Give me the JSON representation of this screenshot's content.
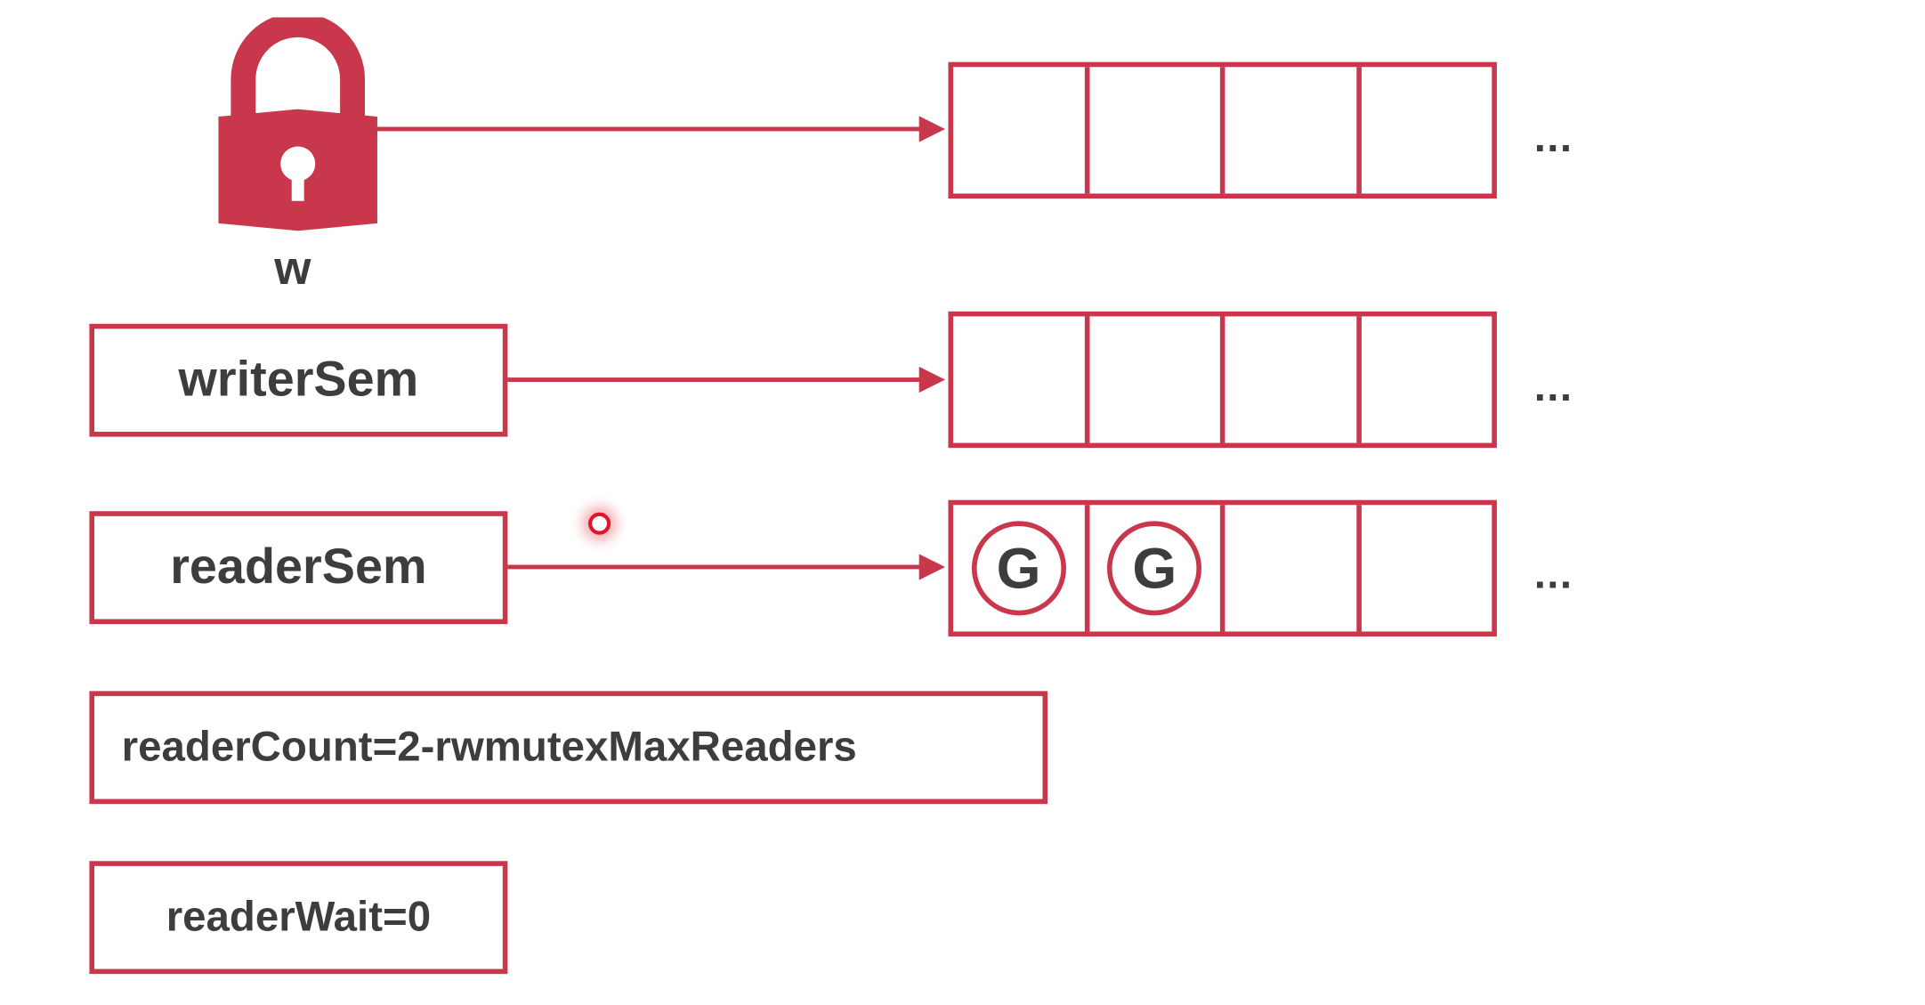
{
  "lock": {
    "label": "w",
    "icon": "padlock-icon",
    "color": "#c8374b"
  },
  "fields": {
    "writer_sem": "writerSem",
    "reader_sem": "readerSem",
    "reader_count": "readerCount=2-rwmutexMaxReaders",
    "reader_wait": "readerWait=0"
  },
  "queues": {
    "lock_queue": {
      "cells": [
        "",
        "",
        "",
        ""
      ],
      "overflow": "..."
    },
    "writer_queue": {
      "cells": [
        "",
        "",
        "",
        ""
      ],
      "overflow": "..."
    },
    "reader_queue": {
      "cells": [
        "G",
        "G",
        "",
        ""
      ],
      "overflow": "..."
    }
  },
  "colors": {
    "accent": "#c8374b",
    "text": "#3d3d3d",
    "cursor": "#e0142a"
  }
}
